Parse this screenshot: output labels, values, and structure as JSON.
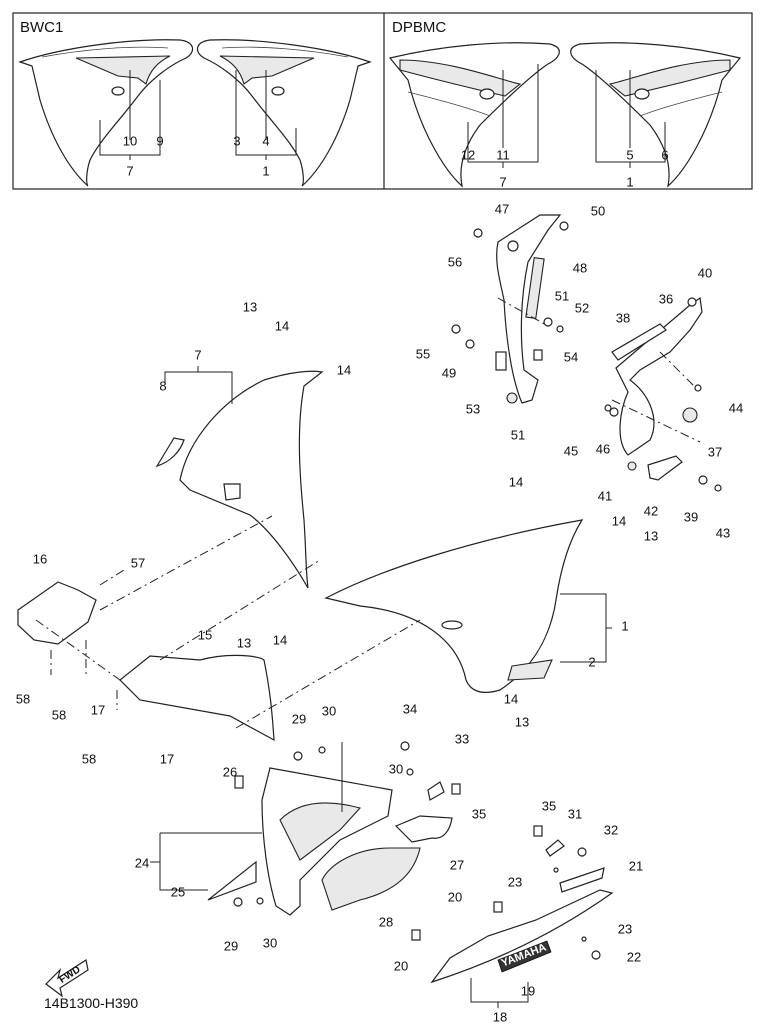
{
  "diagram": {
    "drawing_code": "14B1300-H390",
    "fwd_arrow_label": "FWD",
    "logo_text": "YAMAHA",
    "variants": [
      {
        "code": "BWC1",
        "callouts": [
          "10",
          "9",
          "7",
          "3",
          "4",
          "1"
        ]
      },
      {
        "code": "DPBMC",
        "callouts": [
          "12",
          "11",
          "7",
          "5",
          "6",
          "1"
        ]
      }
    ],
    "callouts": {
      "c_bwc1_10": "10",
      "c_bwc1_9": "9",
      "c_bwc1_7": "7",
      "c_bwc1_3": "3",
      "c_bwc1_4": "4",
      "c_bwc1_1": "1",
      "c_dpbmc_12": "12",
      "c_dpbmc_11": "11",
      "c_dpbmc_7": "7",
      "c_dpbmc_5": "5",
      "c_dpbmc_6": "6",
      "c_dpbmc_1": "1",
      "c47": "47",
      "c50": "50",
      "c56": "56",
      "c48": "48",
      "c51a": "51",
      "c52": "52",
      "c55": "55",
      "c49": "49",
      "c54": "54",
      "c53": "53",
      "c51b": "51",
      "c40": "40",
      "c36": "36",
      "c38": "38",
      "c44": "44",
      "c45": "45",
      "c46": "46",
      "c37": "37",
      "c41": "41",
      "c42": "42",
      "c39": "39",
      "c43": "43",
      "c13a": "13",
      "c14a": "14",
      "c14b": "14",
      "c7": "7",
      "c8": "8",
      "c14c": "14",
      "c14d": "14",
      "c13b": "13",
      "c16": "16",
      "c57": "57",
      "c13c": "13",
      "c14e": "14",
      "c15": "15",
      "c1": "1",
      "c2": "2",
      "c14f": "14",
      "c13d": "13",
      "c58a": "58",
      "c58b": "58",
      "c17a": "17",
      "c58c": "58",
      "c17b": "17",
      "c29a": "29",
      "c30a": "30",
      "c34": "34",
      "c33": "33",
      "c26": "26",
      "c30b": "30",
      "c35a": "35",
      "c24": "24",
      "c25": "25",
      "c27": "27",
      "c35b": "35",
      "c31": "31",
      "c32": "32",
      "c21": "21",
      "c23a": "23",
      "c20a": "20",
      "c28": "28",
      "c29b": "29",
      "c30c": "30",
      "c23b": "23",
      "c20b": "20",
      "c22": "22",
      "c19": "19",
      "c18": "18"
    }
  }
}
